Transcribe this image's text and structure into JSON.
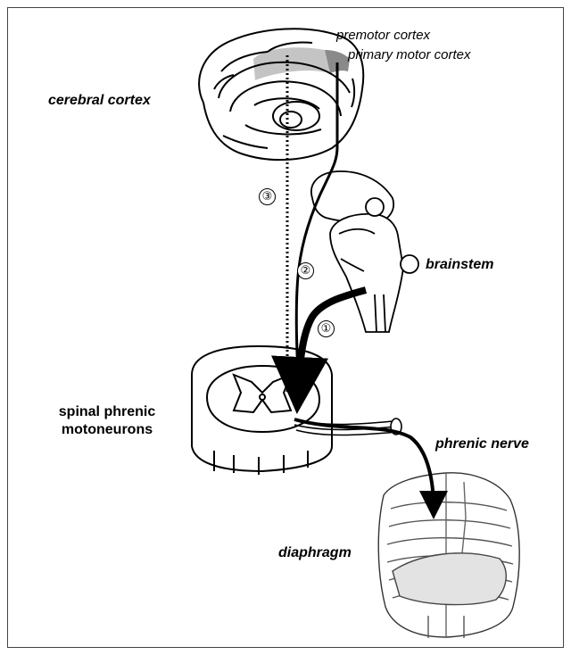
{
  "labels": {
    "premotor": "premotor cortex",
    "primary_motor": "primary motor cortex",
    "cerebral_cortex": "cerebral cortex",
    "brainstem": "brainstem",
    "spinal_phrenic_line1": "spinal phrenic",
    "spinal_phrenic_line2": "motoneurons",
    "phrenic_nerve": "phrenic nerve",
    "diaphragm": "diaphragm"
  },
  "pathways": [
    {
      "marker": "①",
      "style": "thick solid"
    },
    {
      "marker": "②",
      "style": "solid"
    },
    {
      "marker": "③",
      "style": "dotted"
    }
  ],
  "colors": {
    "stroke": "#000000",
    "cortex_highlight": "#c4c4c4",
    "primary_motor_highlight": "#8a8a8a",
    "frame": "#444444"
  }
}
